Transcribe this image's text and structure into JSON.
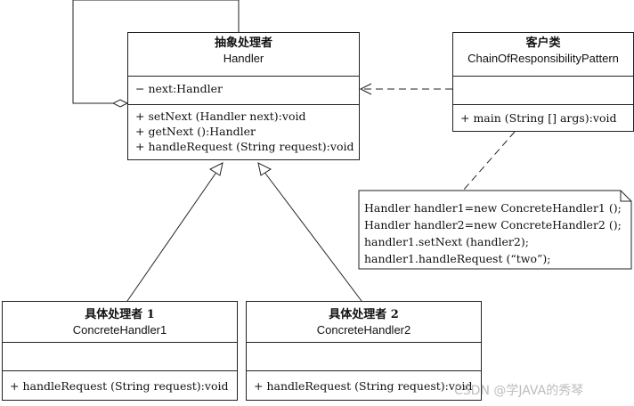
{
  "handler": {
    "title_cn": "抽象处理者",
    "title_en": "Handler",
    "attribute": "− next:Handler",
    "methods": [
      "+ setNext (Handler next):void",
      "+ getNext ():Handler",
      "+ handleRequest (String request):void"
    ]
  },
  "client": {
    "title_cn": "客户类",
    "title_en": "ChainOfResponsibilityPattern",
    "methods": [
      "+ main (String [] args):void"
    ]
  },
  "concrete1": {
    "title_cn": "具体处理者 1",
    "title_en": "ConcreteHandler1",
    "methods": [
      "+ handleRequest (String request):void"
    ]
  },
  "concrete2": {
    "title_cn": "具体处理者 2",
    "title_en": "ConcreteHandler2",
    "methods": [
      "+ handleRequest (String request):void"
    ]
  },
  "note": {
    "lines": [
      "Handler handler1=new ConcreteHandler1 ();",
      "Handler handler2=new ConcreteHandler2 ();",
      "handler1.setNext (handler2);",
      "handler1.handleRequest (“two”);"
    ]
  },
  "watermark": "CSDN @学JAVA的秀琴"
}
